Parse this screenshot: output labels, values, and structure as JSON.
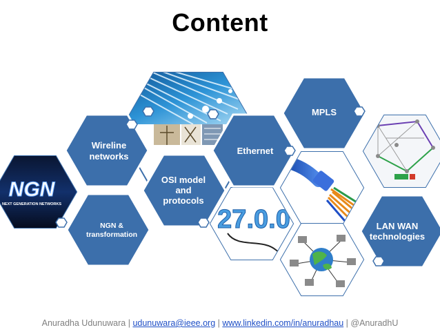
{
  "title": "Content",
  "hexagons": {
    "ngn_logo": {
      "logo_text": "NGN",
      "logo_subtext": "NEXT GENERATION NETWORKS"
    },
    "wireline": {
      "line1": "Wireline",
      "line2": "networks"
    },
    "ngn_transformation": {
      "line1": "NGN &",
      "line2": "transformation"
    },
    "osi": {
      "line1": "OSI model",
      "line2": "and",
      "line3": "protocols"
    },
    "ethernet": {
      "line1": "Ethernet"
    },
    "mpls": {
      "line1": "MPLS"
    },
    "lanwan": {
      "line1": "LAN WAN",
      "line2": "technologies"
    },
    "ip_image": {
      "text": "27.0.0"
    }
  },
  "footer": {
    "author": "Anuradha Udunuwara",
    "sep1": " | ",
    "email": "udunuwara@ieee.org",
    "sep2": "  | ",
    "linkedin": "www.linkedin.com/in/anuradhau",
    "sep3": "  | ",
    "handle": "@AnuradhU"
  },
  "colors": {
    "hex_fill": "#3c6fab",
    "hex_border": "#ffffff",
    "title": "#000000",
    "footer_text": "#7f7f7f",
    "footer_link": "#1f4fc6"
  }
}
